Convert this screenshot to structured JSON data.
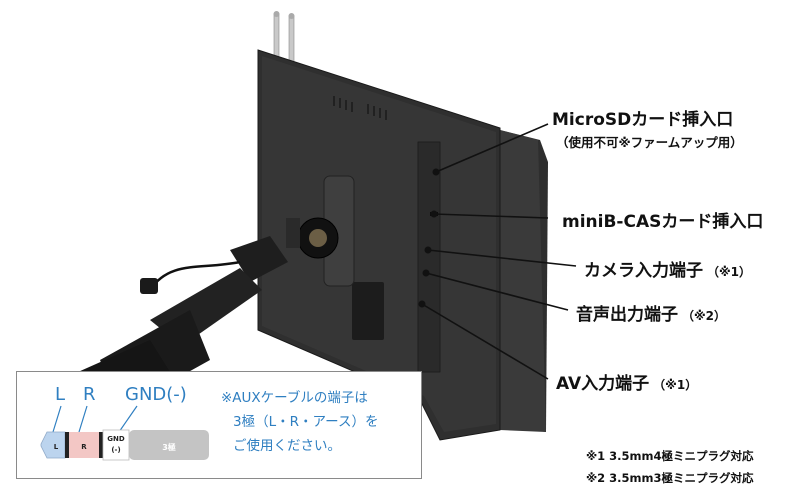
{
  "callouts": {
    "microsd": {
      "label": "MicroSDカード挿入口",
      "sub": "（使用不可※ファームアップ用）"
    },
    "bcas": {
      "label": "miniB-CASカード挿入口"
    },
    "camera": {
      "label": "カメラ入力端子",
      "note": "（※1）"
    },
    "audio": {
      "label": "音声出力端子",
      "note": "（※2）"
    },
    "av": {
      "label": "AV入力端子",
      "note": "（※1）"
    }
  },
  "footnotes": [
    "※1  3.5mm4極ミニプラグ対応",
    "※2  3.5mm3極ミニプラグ対応"
  ],
  "aux_diagram": {
    "labels": {
      "l": "L",
      "r": "R",
      "gnd": "GND(-)"
    },
    "segments": {
      "l": "L",
      "r": "R",
      "gnd_top": "GND",
      "gnd_bottom": "(-)",
      "body": "3極"
    },
    "note": [
      "※AUXケーブルの端子は",
      "3極（L・R・アース）を",
      "ご使用ください。"
    ],
    "colors": {
      "text": "#2f7fc1",
      "l_segment": "#bcd4ee",
      "r_segment": "#f3c7c5",
      "gnd_segment": "#ffffff",
      "body": "#c4c4c4"
    }
  }
}
